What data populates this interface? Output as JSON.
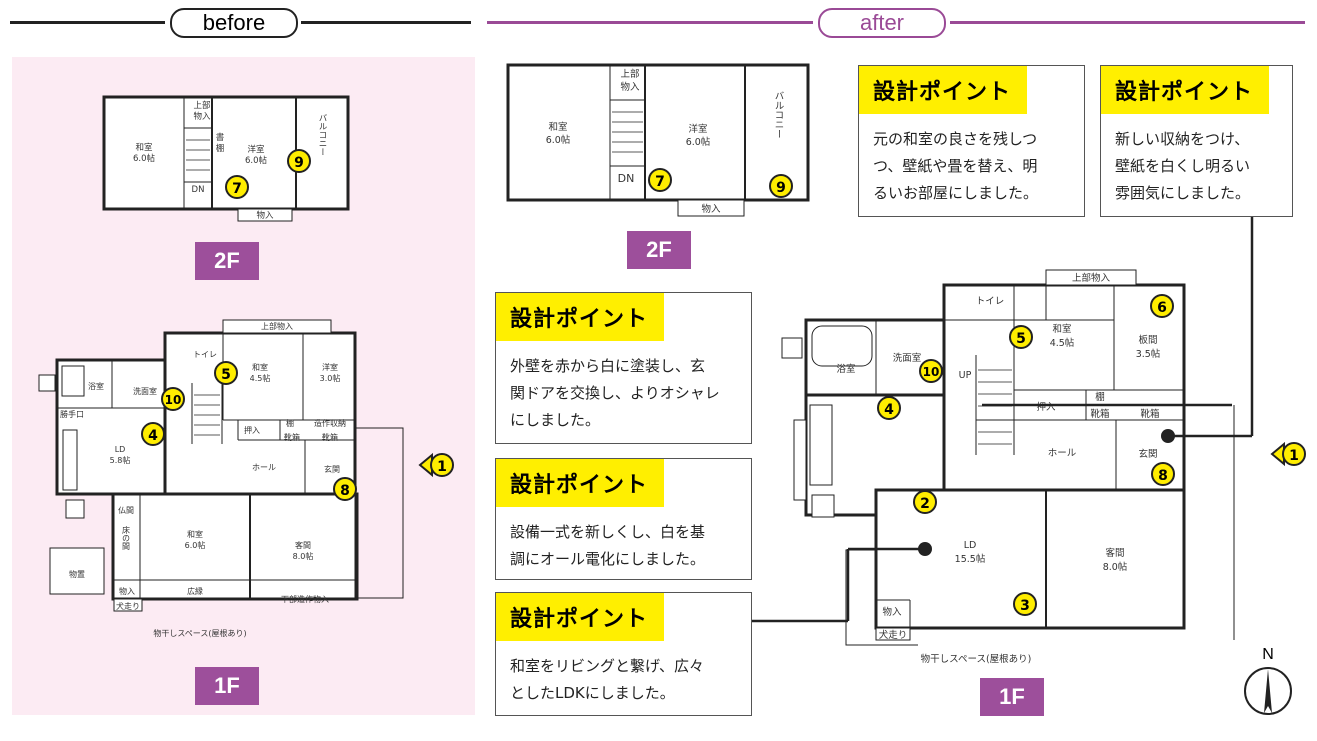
{
  "header": {
    "before_label": "before",
    "after_label": "after"
  },
  "before": {
    "floor2": {
      "badge": "2F",
      "rooms": {
        "washitsu": "和室",
        "washitsu_size": "6.0帖",
        "joubu": "上部",
        "monoire": "物入",
        "shodana_1": "書",
        "shodana_2": "棚",
        "youshitsu": "洋室",
        "youshitsu_size": "6.0帖",
        "balcony": "バルコニー",
        "dn": "DN",
        "monoire_bottom": "物入"
      }
    },
    "floor1": {
      "badge": "1F",
      "rooms": {
        "joubu_monoire": "上部物入",
        "toilet": "トイレ",
        "yokushitsu": "浴室",
        "senmenshitsu": "洗面室",
        "washitsu_a": "和室",
        "washitsu_a_size": "4.5帖",
        "youshitsu": "洋室",
        "youshitsu_size": "3.0帖",
        "katteguchi": "勝手口",
        "ld": "LD",
        "ld_size": "5.8帖",
        "oshiire": "押入",
        "tana": "棚",
        "zousaku": "造作収納",
        "kutsubako_1": "靴箱",
        "kutsubako_2": "靴箱",
        "hall": "ホール",
        "genkan": "玄関",
        "butsuma": "仏間",
        "tokonoma": "床の間",
        "washitsu_b": "和室",
        "washitsu_b_size": "6.0帖",
        "kyakuma": "客間",
        "kyakuma_size": "8.0帖",
        "monooki": "物置",
        "monoire": "物入",
        "hiroen": "広縁",
        "kabu_monoire": "下部造作物入",
        "inubashiri": "犬走り",
        "monohoshi": "物干しスペース(屋根あり)"
      }
    }
  },
  "after": {
    "floor2": {
      "badge": "2F",
      "rooms": {
        "joubu": "上部",
        "monoire": "物入",
        "washitsu": "和室",
        "washitsu_size": "6.0帖",
        "youshitsu": "洋室",
        "youshitsu_size": "6.0帖",
        "balcony": "バルコニー",
        "dn": "DN",
        "monoire_bottom": "物入"
      }
    },
    "floor1": {
      "badge": "1F",
      "rooms": {
        "joubu_monoire": "上部物入",
        "toilet": "トイレ",
        "yokushitsu": "浴室",
        "senmenshitsu": "洗面室",
        "up": "UP",
        "washitsu": "和室",
        "washitsu_size": "4.5帖",
        "itama": "板間",
        "itama_size": "3.5帖",
        "oshiire": "押入",
        "tana": "棚",
        "kutsubako_1": "靴箱",
        "kutsubako_2": "靴箱",
        "hall": "ホール",
        "genkan": "玄関",
        "ld": "LD",
        "ld_size": "15.5帖",
        "kyakuma": "客間",
        "kyakuma_size": "8.0帖",
        "monoire": "物入",
        "inubashiri": "犬走り",
        "monohoshi": "物干しスペース(屋根あり)"
      }
    }
  },
  "markers": {
    "m1": "1",
    "m2": "2",
    "m3": "3",
    "m4": "4",
    "m5": "5",
    "m6": "6",
    "m7": "7",
    "m8": "8",
    "m9": "9",
    "m10": "10"
  },
  "compass": {
    "label": "N"
  },
  "points": [
    {
      "title": "設計ポイント",
      "lines": [
        "元の和室の良さを残しつ",
        "つ、壁紙や畳を替え、明",
        "るいお部屋にしました。"
      ]
    },
    {
      "title": "設計ポイント",
      "lines": [
        "新しい収納をつけ、",
        "壁紙を白くし明るい",
        "雰囲気にしました。"
      ]
    },
    {
      "title": "設計ポイント",
      "lines": [
        "外壁を赤から白に塗装し、玄",
        "関ドアを交換し、よりオシャレ",
        "にしました。"
      ]
    },
    {
      "title": "設計ポイント",
      "lines": [
        "設備一式を新しくし、白を基",
        "調にオール電化にしました。"
      ]
    },
    {
      "title": "設計ポイント",
      "lines": [
        "和室をリビングと繋げ、広々",
        "としたLDKにしました。"
      ]
    }
  ],
  "colors": {
    "before_bg": "#fcebf3",
    "badge": "#9d4f9b",
    "point_header": "#ffef00",
    "marker": "#ffed00"
  }
}
